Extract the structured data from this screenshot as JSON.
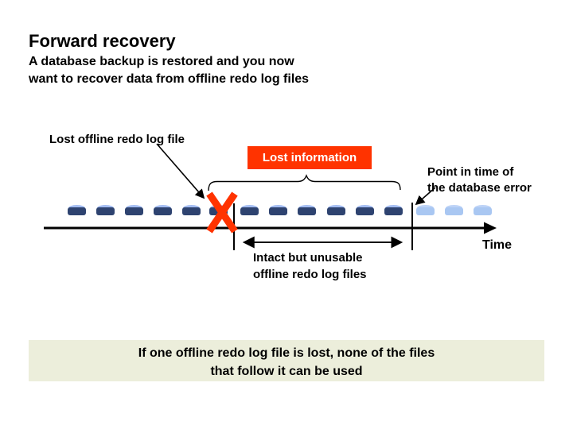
{
  "slide": {
    "title": "Forward recovery",
    "subtitle_line1": "A database backup is restored and you now",
    "subtitle_line2": "want to recover data from offline redo log files"
  },
  "diagram": {
    "lost_file_label": "Lost offline redo log file",
    "lost_info_label": "Lost information",
    "point_in_time_line1": "Point in time of",
    "point_in_time_line2": "the database error",
    "intact_line1": "Intact but unusable",
    "intact_line2": "offline redo log files",
    "time_label": "Time",
    "log_files": {
      "dark_before_lost": 5,
      "lost": 1,
      "dark_after_lost": 6,
      "light_after_error": 3
    },
    "colors": {
      "lost_accent": "#FF3300",
      "log_file_dark": "#2E4370",
      "log_file_top": "#A4BDF2",
      "log_file_light": "#A9C7F2",
      "log_file_light_top": "#BDD3F7"
    }
  },
  "note": {
    "line1": "If one offline redo log file is lost, none of the files",
    "line2": "that follow it can be used",
    "bg": "#ECEEDB"
  }
}
